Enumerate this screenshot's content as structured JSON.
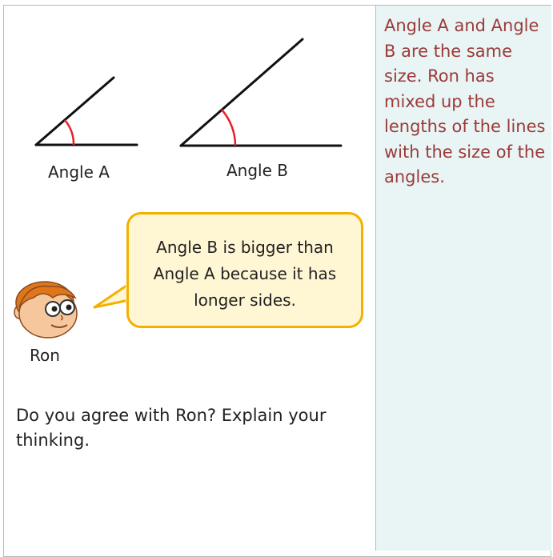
{
  "labels": {
    "angle_a": "Angle A",
    "angle_b": "Angle B"
  },
  "speech": {
    "line1": "Angle B is bigger than",
    "line2": "Angle A because it has",
    "line3": "longer sides."
  },
  "character": {
    "name": "Ron"
  },
  "question": "Do you agree with Ron?  Explain your thinking.",
  "answer": "Angle A and Angle B are the same size.  Ron has mixed up the lengths of the lines with the size of the angles.",
  "colors": {
    "answer_text": "#9b3a3a",
    "answer_background": "#e9f4f4",
    "bubble_border": "#f4b000",
    "bubble_fill": "#fff6d4",
    "angle_arc": "#e8202a"
  }
}
